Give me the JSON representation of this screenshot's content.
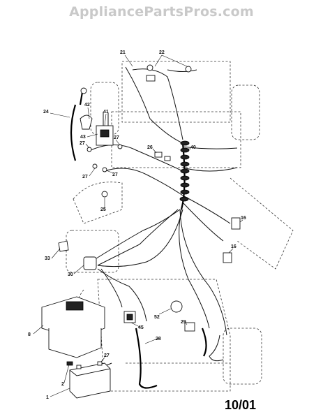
{
  "watermark": "AppliancePartsPros.com",
  "revision_date": "10/01",
  "callouts": [
    "21",
    "22",
    "24",
    "42",
    "41",
    "43",
    "27",
    "27",
    "26",
    "40",
    "27",
    "27",
    "25",
    "16",
    "16",
    "33",
    "30",
    "8",
    "52",
    "29",
    "45",
    "28",
    "27",
    "2",
    "1"
  ]
}
